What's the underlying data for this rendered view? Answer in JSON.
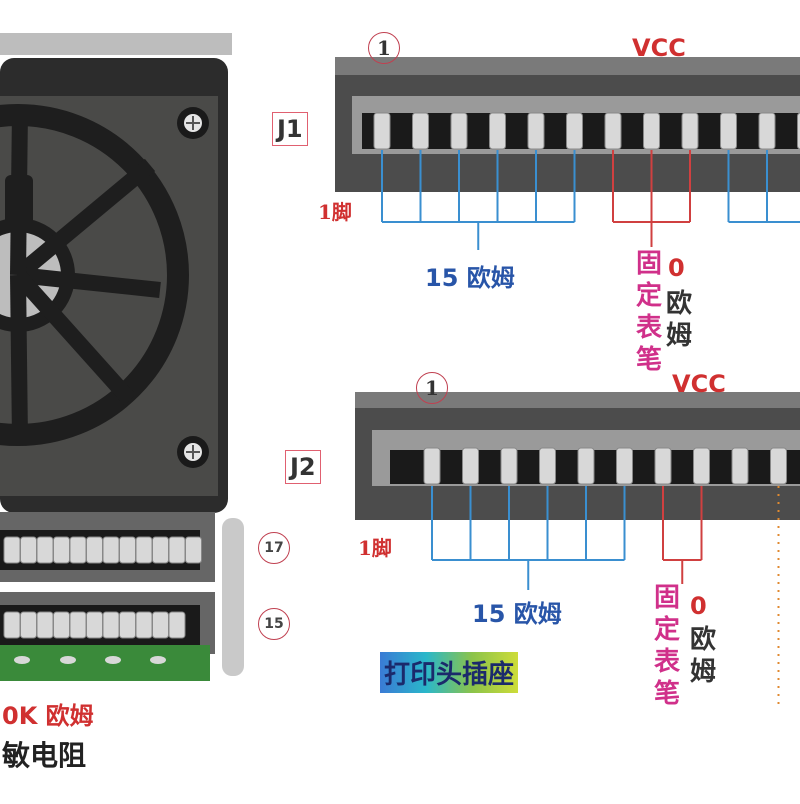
{
  "j1": {
    "label": "J1",
    "pin_one_marker": "1",
    "vcc": "VCC",
    "pin1_text": "1脚",
    "ohm15": "15 欧姆",
    "fixed_probe": "固定表笔",
    "zero": "0",
    "ohm_vertical": "欧姆"
  },
  "j2": {
    "label": "J2",
    "pin_one_marker": "1",
    "vcc": "VCC",
    "pin1_text": "1脚",
    "ohm15": "15 欧姆",
    "fixed_probe": "固定表笔",
    "zero": "0",
    "ohm_vertical": "欧姆"
  },
  "left_markers": {
    "marker17": "17",
    "marker15": "15"
  },
  "printhead_socket": "打印头插座",
  "thermistor": {
    "value": "0K 欧姆",
    "name": "敏电阻"
  },
  "colors": {
    "connector_body": "#5a5a5a",
    "connector_top": "#777777",
    "pin_slot": "#1a1a1a",
    "pin": "#d8d8d8",
    "blue_line": "#3a8fd0",
    "red_line": "#d04040",
    "orange_line": "#e08a30",
    "red_text": "#d03030",
    "magenta_text": "#d0308a",
    "blue_text": "#2855a8"
  }
}
